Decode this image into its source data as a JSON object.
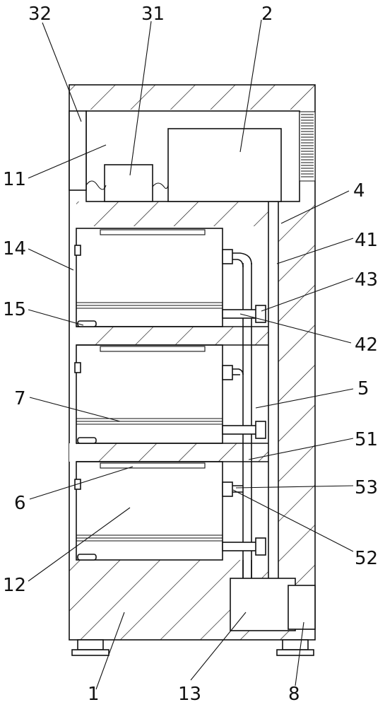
{
  "figure": {
    "callouts": [
      {
        "id": "1",
        "label": "1"
      },
      {
        "id": "2",
        "label": "2"
      },
      {
        "id": "4",
        "label": "4"
      },
      {
        "id": "5",
        "label": "5"
      },
      {
        "id": "6",
        "label": "6"
      },
      {
        "id": "7",
        "label": "7"
      },
      {
        "id": "8",
        "label": "8"
      },
      {
        "id": "11",
        "label": "11"
      },
      {
        "id": "12",
        "label": "12"
      },
      {
        "id": "13",
        "label": "13"
      },
      {
        "id": "14",
        "label": "14"
      },
      {
        "id": "15",
        "label": "15"
      },
      {
        "id": "31",
        "label": "31"
      },
      {
        "id": "32",
        "label": "32"
      },
      {
        "id": "41",
        "label": "41"
      },
      {
        "id": "42",
        "label": "42"
      },
      {
        "id": "43",
        "label": "43"
      },
      {
        "id": "51",
        "label": "51"
      },
      {
        "id": "52",
        "label": "52"
      },
      {
        "id": "53",
        "label": "53"
      }
    ]
  }
}
